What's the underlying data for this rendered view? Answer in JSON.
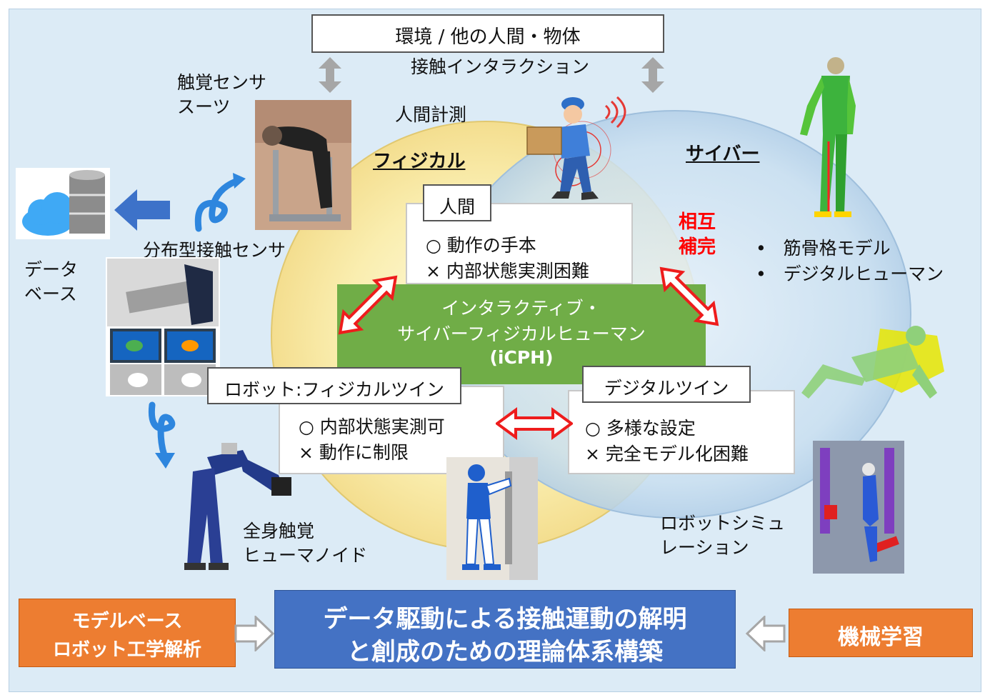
{
  "top": {
    "environment_box": "環境 / 他の人間・物体",
    "contact_interaction": "接触インタラクション",
    "human_measurement": "人間計測"
  },
  "left": {
    "tactile_suit": [
      "触覚センサ",
      "スーツ"
    ],
    "database": [
      "データ",
      "ベース"
    ],
    "distributed_sensor": "分布型接触センサ",
    "humanoid": [
      "全身触覚",
      "ヒューマノイド"
    ]
  },
  "physical": {
    "title": "フィジカル",
    "human_box": {
      "title": "人間",
      "line1": "○ 動作の手本",
      "line2": "× 内部状態実測困難"
    },
    "robot_box": {
      "title": "ロボット:フィジカルツイン",
      "line1": "○ 内部状態実測可",
      "line2": "× 動作に制限"
    }
  },
  "cyber": {
    "title": "サイバー",
    "mutual": [
      "相互",
      "補完"
    ],
    "bullets": [
      "筋骨格モデル",
      "デジタルヒューマン"
    ],
    "digital_twin_box": {
      "title": "デジタルツイン",
      "line1": "○ 多様な設定",
      "line2": "× 完全モデル化困難"
    },
    "robot_sim": [
      "ロボットシミュ",
      "レーション"
    ]
  },
  "center": {
    "line1": "インタラクティブ・",
    "line2": "サイバーフィジカルヒューマン",
    "line3": "(iCPH)"
  },
  "bottom": {
    "left_box": [
      "モデルベース",
      "ロボット工学解析"
    ],
    "main_box": [
      "データ駆動による接触運動の解明",
      "と創成のための理論体系構築"
    ],
    "right_box": "機械学習"
  },
  "colors": {
    "background": "#dcebf6",
    "green": "#70ad47",
    "orange": "#ed7d31",
    "blue": "#4472c4",
    "accent_red": "#ff0000",
    "arrow_gray": "#bfbfbf"
  }
}
